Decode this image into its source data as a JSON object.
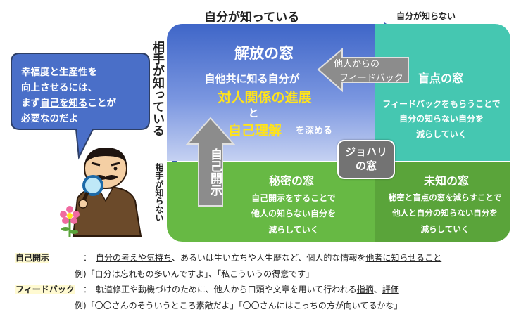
{
  "axes": {
    "top_known": "自分が知っている",
    "top_unknown": "自分が知らない",
    "side_known": "相手が知っている",
    "side_unknown": "相手が知らない"
  },
  "open_window": {
    "title": "解放の窓",
    "line1": "自他共に知る自分が",
    "line2": "対人関係の進展",
    "line3": "と",
    "line4": "自己理解",
    "line5": "を深める"
  },
  "blind_window": {
    "title": "盲点の窓",
    "line1": "フィードバックをもらうことで",
    "line2": "自分の知らない自分を",
    "line3": "減らしていく"
  },
  "hidden_window": {
    "title": "秘密の窓",
    "line1": "自己開示をすることで",
    "line2": "他人の知らない自分を",
    "line3": "減らしていく"
  },
  "unknown_window": {
    "title": "未知の窓",
    "line1": "秘密と盲点の窓を減らすことで",
    "line2": "他人と自分の知らない自分を",
    "line3": "減らしていく"
  },
  "badge": {
    "line1": "ジョハリ",
    "line2": "の窓"
  },
  "feedback_arrow": {
    "line1": "他人からの",
    "line2": "フィードバック"
  },
  "disclosure_arrow": {
    "label": "自己開示"
  },
  "bubble": {
    "line1": "幸福度と生産性を",
    "line2": "向上させるには、",
    "line3_pre": "まず",
    "line3_u": "自己を知る",
    "line3_post": "ことが",
    "line4": "必要なのだよ"
  },
  "definitions": {
    "disclosure_term": "自己開示",
    "colon": "：",
    "disclosure_text_u1": "自分の考えや気持ち",
    "disclosure_text_mid": "、あるいは生い立ちや人生歴など、個人的な情報を",
    "disclosure_text_u2": "他者に知らせること",
    "disclosure_example": "例)「自分は忘れもの多いんですよ」、「私こういうの得意です」",
    "feedback_term": "フィードバック",
    "feedback_text_pre": "軌道修正や動機づけのために、他人から口頭や文章を用いて行われる",
    "feedback_text_u1": "指摘",
    "feedback_text_sep": "、",
    "feedback_text_u2": "評価",
    "feedback_example": "例)「〇〇さんのそういうところ素敵だよ」「〇〇さんにはこっちの方が向いてるかな」"
  },
  "colors": {
    "open": "#3f66c8",
    "blind": "#45c7b1",
    "hidden": "#67b944",
    "unknown": "#5aa43a",
    "highlight": "#ffe31a",
    "bubble": "#4a6fc8"
  }
}
